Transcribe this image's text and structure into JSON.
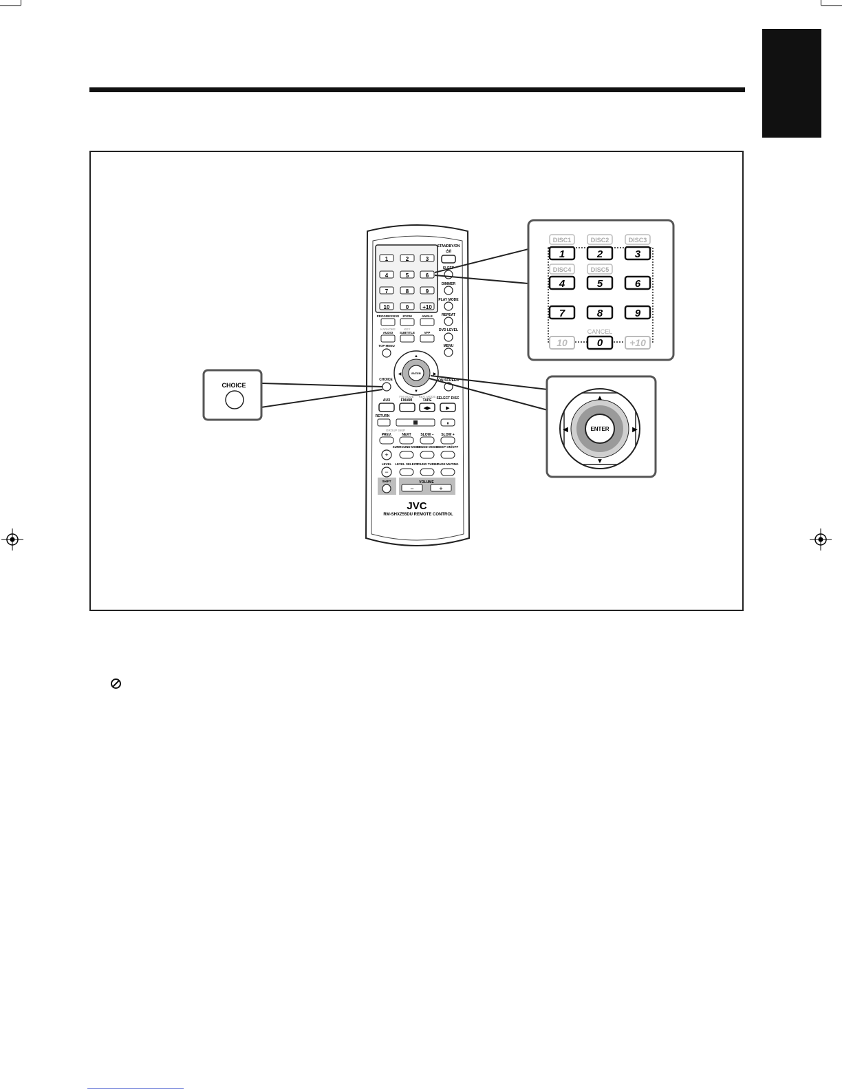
{
  "callouts": {
    "choice_label": "CHOICE",
    "enter_label": "ENTER",
    "arrow_up": "▲",
    "arrow_down": "▼",
    "arrow_left": "◀",
    "arrow_right": "▶"
  },
  "numpad_zoom": {
    "disc_labels": [
      "DISC1",
      "DISC2",
      "DISC3",
      "DISC4",
      "DISC5"
    ],
    "keys": [
      "1",
      "2",
      "3",
      "4",
      "5",
      "6",
      "7",
      "8",
      "9",
      "10",
      "0",
      "+10"
    ],
    "cancel_label": "CANCEL"
  },
  "remote": {
    "standby_label": "STANDBY/ON",
    "standby_symbol": "⏻/I",
    "sleep_label": "SLEEP",
    "dimmer_label": "DIMMER",
    "play_mode_label": "PLAY MODE",
    "progressive_label": "PROGRESSIVE",
    "zoom_label": "ZOOM",
    "angle_label": "ANGLE",
    "repeat_label": "REPEAT",
    "karaoke_label": "KARAOKE",
    "audio_label": "AUDIO",
    "key_label": "KEY",
    "subtitle_label": "SUBTITLE",
    "vfp_label": "VFP",
    "dvd_level_label": "DVD LEVEL",
    "top_menu_label": "TOP MENU",
    "menu_label": "MENU",
    "choice_label": "CHOICE",
    "enter_label": "ENTER",
    "onscreen_label": "ON SCREEN",
    "aux_label": "AUX",
    "fm_mode_label": "FM MODE",
    "fmam_label": "FM/AM",
    "rev_mode_label": "REV. MODE",
    "tape_label": "TAPE",
    "select_disc_label": "SELECT DISC",
    "return_label": "RETURN",
    "group_skip_label": "GROUP SKIP",
    "prev_label": "PREV.",
    "next_label": "NEXT",
    "slow_minus_label": "SLOW −",
    "slow_plus_label": "SLOW +",
    "surround_mode_label": "SURROUND MODE",
    "sound_mode_label": "SOUND MODE",
    "beep_label": "BEEP ON/OFF",
    "level_label": "LEVEL",
    "level_select_label": "LEVEL SELECT",
    "sound_turbo_label": "SOUND TURBO",
    "fade_muting_label": "FADE MUTING",
    "shift_label": "SHIFT",
    "volume_label": "VOLUME",
    "brand": "JVC",
    "model_label": "RM-SHXZ55DU REMOTE CONTROL"
  }
}
